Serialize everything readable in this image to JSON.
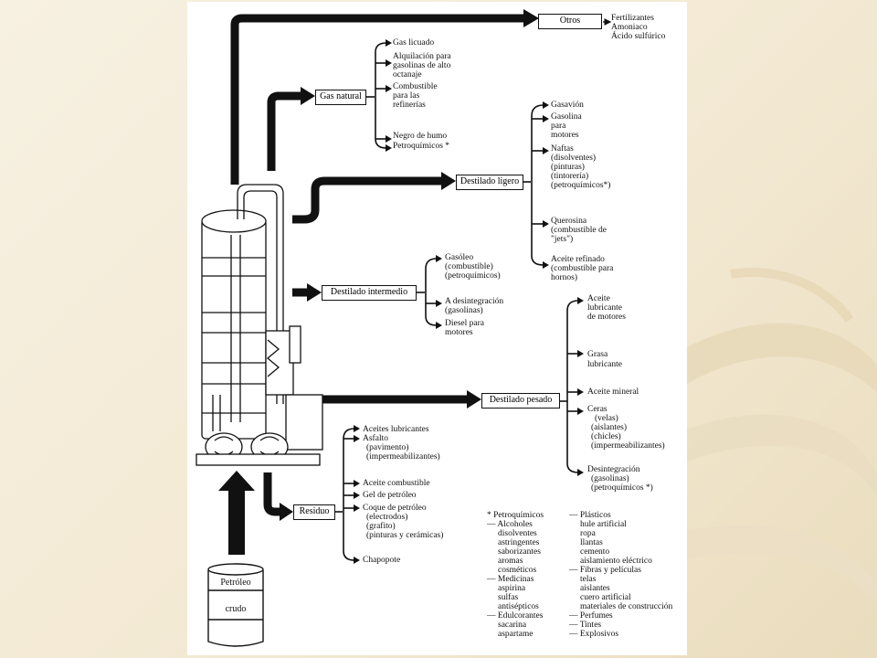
{
  "colors": {
    "background": "#f5eedc",
    "page": "#ffffff",
    "ink": "#111111",
    "swoosh": "#e4d5b4"
  },
  "crude": {
    "line1": "Petróleo",
    "line2": "crudo"
  },
  "nodes": {
    "otros": "Otros",
    "gas_natural": "Gas natural",
    "destilado_ligero": "Destilado ligero",
    "destilado_intermedio": "Destilado intermedio",
    "destilado_pesado": "Destilado pesado",
    "residuo": "Residuo"
  },
  "otros_items": [
    "Fertilizantes",
    "Amoniaco",
    "Ácido sulfúrico"
  ],
  "gas_natural_items": [
    "Gas licuado",
    "Alquilación para",
    "gasolinas de alto",
    "octanaje",
    "Combustible",
    "para las",
    "refinerías",
    "Negro de humo",
    "Petroquímicos *"
  ],
  "ligero_items": [
    "Gasavión",
    "Gasolina",
    "para",
    "motores",
    "Naftas",
    "(disolventes)",
    "(pinturas)",
    "(tintorería)",
    "(petroquímicos*)",
    "Querosina",
    "(combustible de",
    "\"jets\")",
    "Aceite refinado",
    "(combustible para",
    "hornos)"
  ],
  "intermedio_items": [
    "Gasóleo",
    "(combustible)",
    "(petroquímicos)",
    "A desintegración",
    "(gasolinas)",
    "Diesel para",
    "motores"
  ],
  "pesado_items": [
    "Aceite",
    "lubricante",
    "de motores",
    "Grasa",
    "lubricante",
    "Aceite mineral",
    "Ceras",
    "(velas)",
    "(aislantes)",
    "(chicles)",
    "(impermeabilizantes)",
    "Desintegración",
    "(gasolinas)",
    "(petroquímicos *)"
  ],
  "residuo_items": [
    "Aceites lubricantes",
    "Asfalto",
    "(pavimento)",
    "(impermeabilizantes)",
    "Aceite combustible",
    "Gel de petróleo",
    "Coque de petróleo",
    "(electrodos)",
    "(grafito)",
    "(pinturas y cerámicas)",
    "Chapopote"
  ],
  "petro_col1": [
    "*  Petroquímicos",
    "— Alcoholes",
    "disolventes",
    "astringentes",
    "saborizantes",
    "aromas",
    "cosméticos",
    "— Medicinas",
    "aspirina",
    "sulfas",
    "antisépticos",
    "— Edulcorantes",
    "sacarina",
    "aspartame"
  ],
  "petro_col2": [
    "— Plásticos",
    "hule artificial",
    "ropa",
    "llantas",
    "cemento",
    "aislamiento eléctrico",
    "— Fibras y películas",
    "telas",
    "aislantes",
    "cuero artificial",
    "materiales de construcción",
    "— Perfumes",
    "— Tintes",
    "— Explosivos"
  ]
}
